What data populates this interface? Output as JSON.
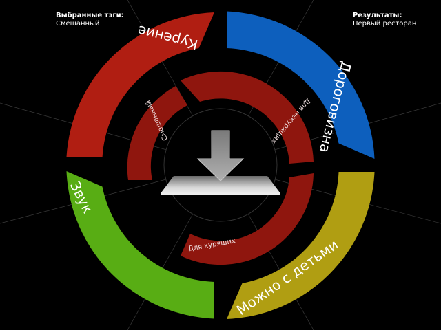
{
  "selected_tags": {
    "label": "Выбранные тэги:",
    "value": "Смешанный"
  },
  "results": {
    "label": "Результаты:",
    "value": "Первый ресторан"
  },
  "outer_segments": [
    {
      "label": "Курение",
      "color": "#b01e12"
    },
    {
      "label": "Дороговизна",
      "color": "#0d5fbd"
    },
    {
      "label": "Можно с детьми",
      "color": "#b09e12"
    },
    {
      "label": "Звук",
      "color": "#58ad14"
    }
  ],
  "inner_segments": [
    {
      "label": "Смешанный",
      "color": "#8f160e"
    },
    {
      "label": "Для некурящих",
      "color": "#8f160e"
    },
    {
      "label": "Для курящих",
      "color": "#8f160e"
    }
  ],
  "center": {
    "icon": "download-arrow-icon",
    "arrow_color": "#9a9a9a",
    "platform_color": "#bdbdbd"
  }
}
